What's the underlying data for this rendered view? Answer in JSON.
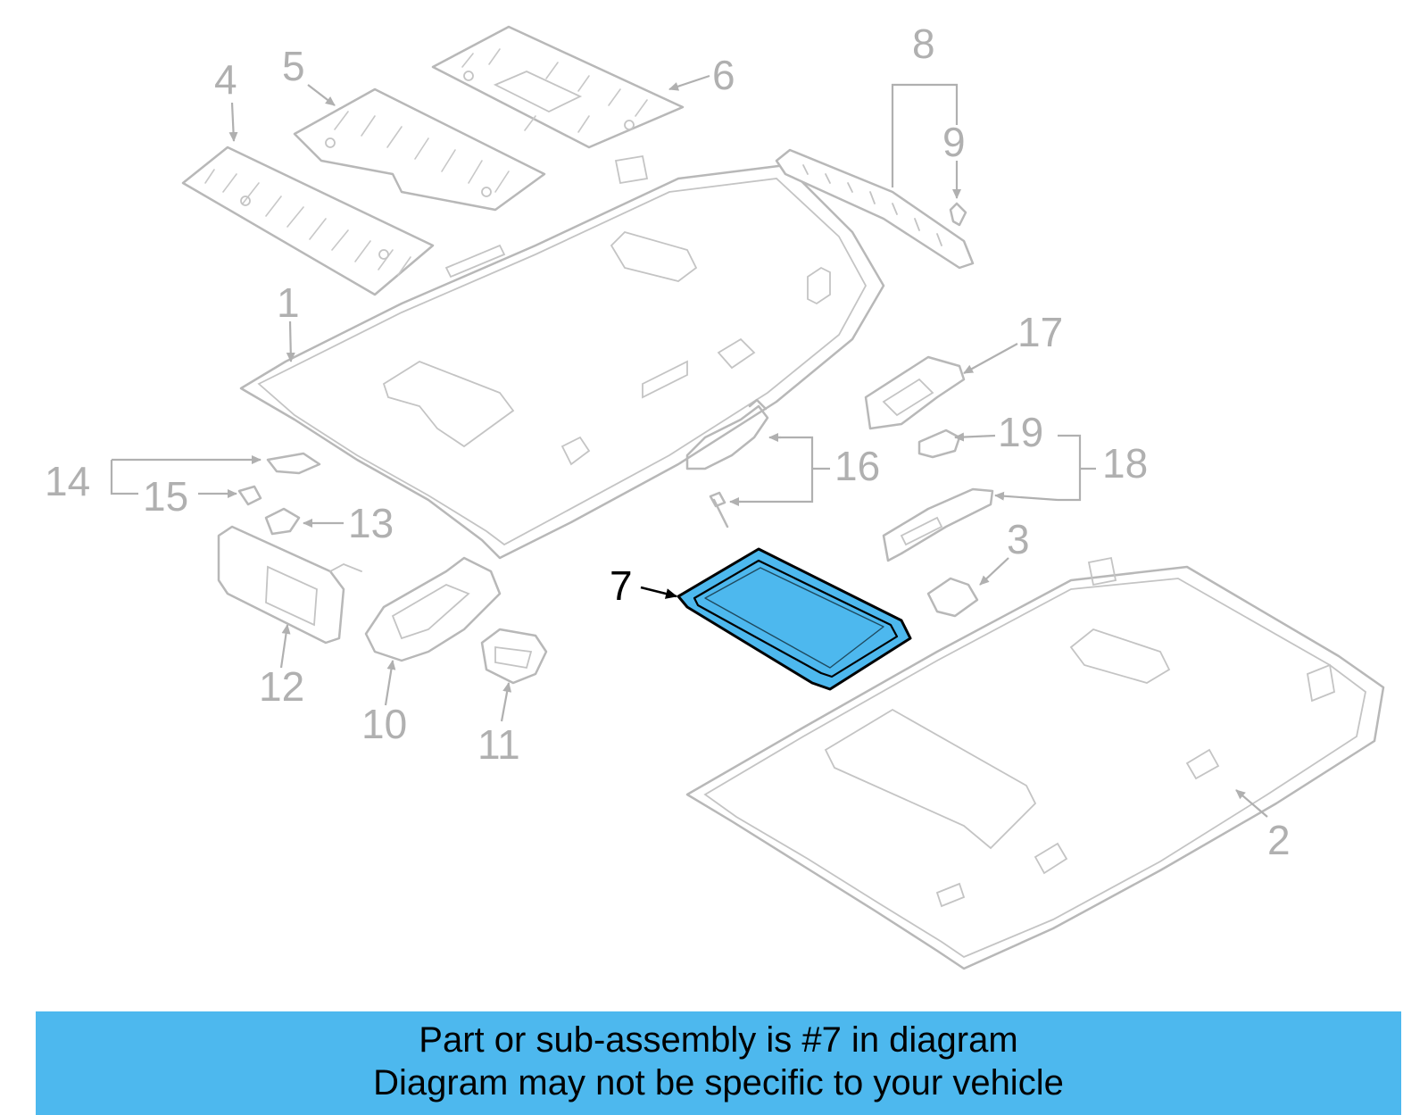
{
  "diagram": {
    "highlight_color": "#4db8ee",
    "highlighted_part": "7",
    "callouts": {
      "c1": "1",
      "c2": "2",
      "c3": "3",
      "c4": "4",
      "c5": "5",
      "c6": "6",
      "c7": "7",
      "c8": "8",
      "c9": "9",
      "c10": "10",
      "c11": "11",
      "c12": "12",
      "c13": "13",
      "c14": "14",
      "c15": "15",
      "c16": "16",
      "c17": "17",
      "c18": "18",
      "c19": "19"
    }
  },
  "banner": {
    "line1": "Part or sub-assembly is #7 in diagram",
    "line2": "Diagram may not be specific to your vehicle"
  }
}
